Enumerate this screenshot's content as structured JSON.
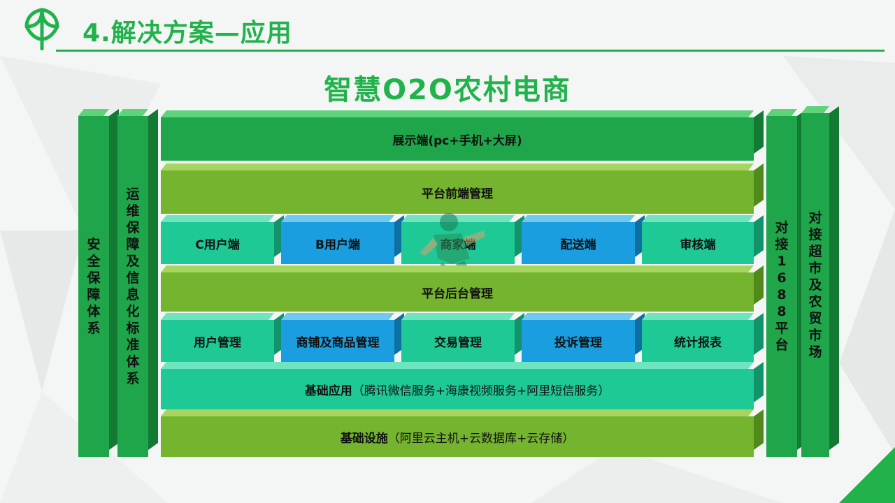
{
  "header": {
    "title": "4.解决方案—应用",
    "logo_icon": "leaf-icon"
  },
  "diagram": {
    "heading": "智慧O2O农村电商",
    "display_layer": "展示端(pc+手机+大屏)",
    "frontend_management": "平台前端管理",
    "client_row": [
      "C用户端",
      "B用户端",
      "商家端",
      "配送端",
      "审核端"
    ],
    "backend_management": "平台后台管理",
    "management_row": [
      "用户管理",
      "商铺及商品管理",
      "交易管理",
      "投诉管理",
      "统计报表"
    ],
    "basic_applications": {
      "label": "基础应用",
      "detail": "（腾讯微信服务+海康视频服务+阿里短信服务）"
    },
    "infrastructure": {
      "label": "基础设施",
      "detail": "（阿里云主机+云数据库+云存储）"
    },
    "left_columns": [
      "安全保障体系",
      "运维保障及信息化标准体系"
    ],
    "right_columns": [
      "对接1688平台",
      "对接超市及农贸市场"
    ],
    "colors": {
      "brand_green": "#22b24c",
      "dark_green": "#1fa64a",
      "olive_green": "#74b42f",
      "teal": "#1ec995",
      "blue": "#1a9ee0"
    }
  }
}
